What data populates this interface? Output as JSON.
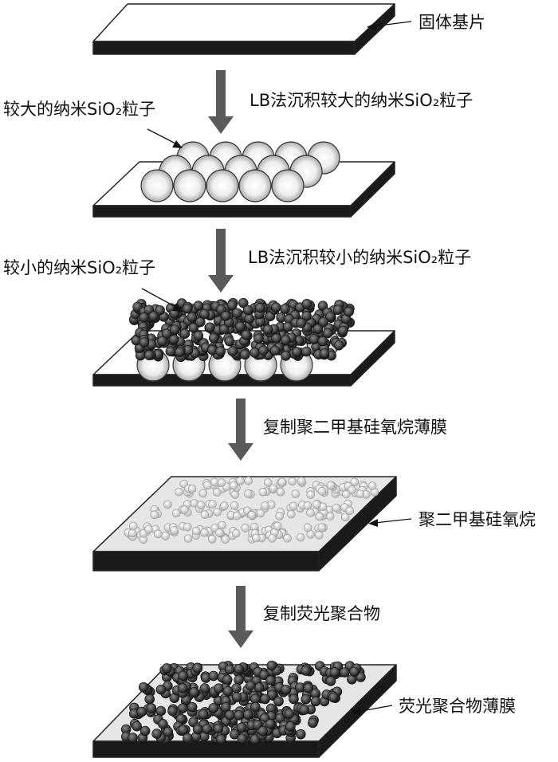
{
  "steps": [
    {
      "text": "LB法沉积较大的纳米SiO₂粒子"
    },
    {
      "text": "LB法沉积较小的纳米SiO₂粒子"
    },
    {
      "text": "复制聚二甲基硅氧烷薄膜"
    },
    {
      "text": "复制荧光聚合物"
    }
  ],
  "callouts": [
    {
      "text": "固体基片"
    },
    {
      "text": "较大的纳米SiO₂粒子"
    },
    {
      "text": "较小的纳米SiO₂粒子"
    },
    {
      "text": "聚二甲基硅氧烷"
    },
    {
      "text": "荧光聚合物薄膜"
    }
  ],
  "colors": {
    "slab_side": "#1a1a1a",
    "slab_top_plain": "#ffffff",
    "slab_top_pdms": "#e6e6e6",
    "slab_top_fluor": "#e6e6e6",
    "arrow": "#5a5a5a",
    "small_particle": "#3a3a3a",
    "light_particle": "#d8d8d8"
  }
}
